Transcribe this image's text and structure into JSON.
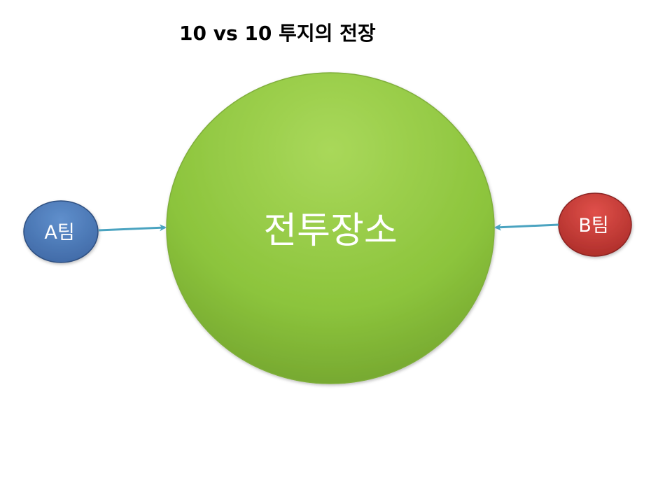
{
  "title": "10 vs 10 투지의 전장",
  "nodes": {
    "center": {
      "label": "전투장소",
      "color": "#8dc63f"
    },
    "team_a": {
      "label": "A팀",
      "color": "#4a78b8"
    },
    "team_b": {
      "label": "B팀",
      "color": "#c0342f"
    }
  },
  "arrow_color": "#4aa3c0"
}
